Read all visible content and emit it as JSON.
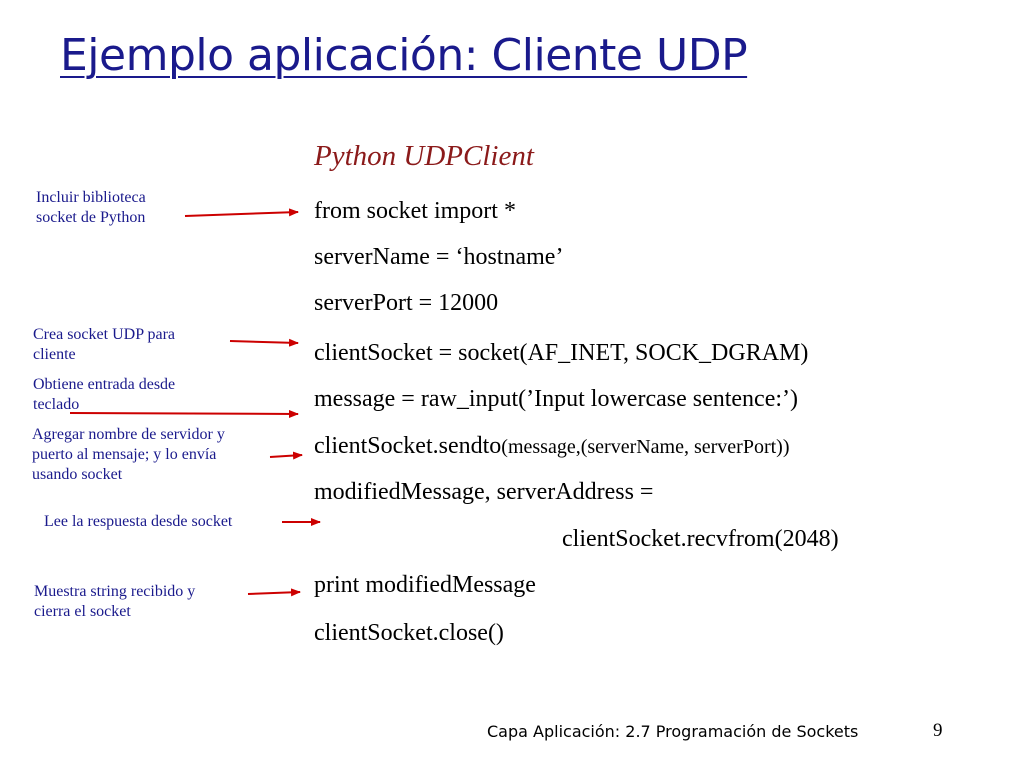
{
  "title": "Ejemplo aplicación: Cliente UDP",
  "code": {
    "heading": "Python UDPClient",
    "lines": [
      "from socket import *",
      "serverName = ‘hostname’",
      "serverPort = 12000",
      "clientSocket = socket(AF_INET, SOCK_DGRAM)",
      "message = raw_input(’Input lowercase sentence:’)",
      "clientSocket.sendto",
      "(message,(serverName, serverPort))",
      "modifiedMessage, serverAddress =",
      "clientSocket.recvfrom(2048)",
      "print modifiedMessage",
      "clientSocket.close()"
    ]
  },
  "annotations": [
    [
      "Incluir  biblioteca",
      "socket de Python"
    ],
    [
      "Crea socket UDP para",
      "cliente"
    ],
    [
      "Obtiene entrada desde",
      "teclado"
    ],
    [
      "Agregar nombre de servidor y",
      "puerto al mensaje; y lo envía",
      "usando socket"
    ],
    [
      "Lee la respuesta desde socket"
    ],
    [
      "Muestra string recibido y",
      "cierra el socket"
    ]
  ],
  "footer": "Capa Aplicación: 2.7 Programación de Sockets",
  "page_number": "9",
  "colors": {
    "title": "#1a1a8c",
    "heading": "#8b1a1a",
    "annotation": "#1a1a8c",
    "arrow": "#cc0000"
  }
}
